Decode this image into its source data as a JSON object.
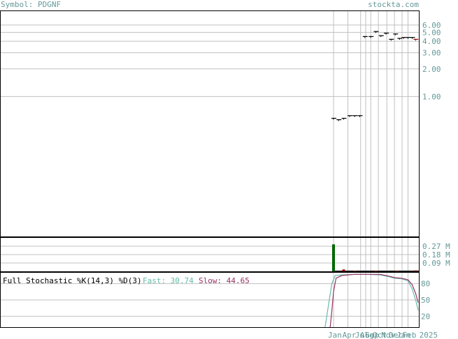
{
  "header": {
    "symbol": "Symbol: PDGNF",
    "site": "stockta.com"
  },
  "colors": {
    "frame": "#000000",
    "grid": "#c0c0c0",
    "label": "#669999",
    "fast": "#66bbaa",
    "slow": "#993366",
    "volume": "#006600",
    "volume_last": "#990000",
    "price_last": "#990000"
  },
  "chart_data": [
    {
      "type": "price-range",
      "scale": "log",
      "ylim": [
        0.03,
        8.5
      ],
      "yticks": [
        {
          "v": 6,
          "t": "6.00"
        },
        {
          "v": 5,
          "t": "5.00"
        },
        {
          "v": 4,
          "t": "4.00"
        },
        {
          "v": 3,
          "t": "3.00"
        },
        {
          "v": 2,
          "t": "2.00"
        },
        {
          "v": 1,
          "t": "1.00"
        }
      ],
      "bars": [
        {
          "t": 0.0,
          "v": 0.58
        },
        {
          "t": 0.06,
          "v": 0.56
        },
        {
          "t": 0.12,
          "v": 0.58
        },
        {
          "t": 0.19,
          "v": 0.62
        },
        {
          "t": 0.25,
          "v": 0.62
        },
        {
          "t": 0.31,
          "v": 0.62
        },
        {
          "t": 0.37,
          "v": 4.5
        },
        {
          "t": 0.44,
          "v": 4.5
        },
        {
          "t": 0.5,
          "v": 5.1
        },
        {
          "t": 0.56,
          "v": 4.6
        },
        {
          "t": 0.62,
          "v": 4.9
        },
        {
          "t": 0.68,
          "v": 4.2
        },
        {
          "t": 0.73,
          "v": 4.8
        },
        {
          "t": 0.78,
          "v": 4.3
        },
        {
          "t": 0.83,
          "v": 4.4
        },
        {
          "t": 0.88,
          "v": 4.4
        },
        {
          "t": 0.93,
          "v": 4.4
        },
        {
          "t": 0.97,
          "v": 4.2
        }
      ]
    },
    {
      "type": "bar",
      "ylim": [
        0,
        0.36
      ],
      "yticks": [
        {
          "v": 0.27,
          "t": "0.27 M"
        },
        {
          "v": 0.18,
          "t": "0.18 M"
        },
        {
          "v": 0.09,
          "t": "0.09 M"
        }
      ],
      "bars": [
        {
          "t": 0.0,
          "v": 0.29
        },
        {
          "t": 0.12,
          "v": 0.02
        },
        {
          "t": 0.25,
          "v": 0.006
        },
        {
          "t": 0.5,
          "v": 0.005
        },
        {
          "t": 0.75,
          "v": 0.005
        },
        {
          "t": 0.97,
          "v": 0.01
        }
      ]
    },
    {
      "type": "line",
      "title": "Full Stochastic %K(14,3) %D(3)",
      "fast_label": "Fast: 30.74",
      "slow_label": "Slow: 44.65",
      "ylim": [
        0,
        100
      ],
      "yticks": [
        {
          "v": 80,
          "t": "80"
        },
        {
          "v": 50,
          "t": "50"
        },
        {
          "v": 20,
          "t": "20"
        }
      ],
      "x_labels": [
        {
          "t": 0.0,
          "text": "Jan"
        },
        {
          "t": 0.17,
          "text": "Apr"
        },
        {
          "t": 0.32,
          "text": "Jul"
        },
        {
          "t": 0.38,
          "text": "Aug"
        },
        {
          "t": 0.44,
          "text": "Sep"
        },
        {
          "t": 0.53,
          "text": "Oct"
        },
        {
          "t": 0.63,
          "text": "Nov"
        },
        {
          "t": 0.72,
          "text": "Dec"
        },
        {
          "t": 0.81,
          "text": "Jan"
        },
        {
          "t": 0.88,
          "text": "Feb"
        },
        {
          "t": 1.08,
          "text": "2025"
        }
      ],
      "series": [
        {
          "key": "fast",
          "points": [
            [
              -0.1,
              0
            ],
            [
              -0.06,
              40
            ],
            [
              -0.02,
              80
            ],
            [
              0.02,
              95
            ],
            [
              0.1,
              96
            ],
            [
              0.25,
              97
            ],
            [
              0.4,
              97
            ],
            [
              0.55,
              96
            ],
            [
              0.65,
              93
            ],
            [
              0.72,
              90
            ],
            [
              0.8,
              89
            ],
            [
              0.88,
              85
            ],
            [
              0.93,
              70
            ],
            [
              0.97,
              50
            ],
            [
              1.0,
              31
            ]
          ]
        },
        {
          "key": "slow",
          "points": [
            [
              -0.04,
              0
            ],
            [
              -0.02,
              30
            ],
            [
              0.0,
              65
            ],
            [
              0.03,
              90
            ],
            [
              0.1,
              95
            ],
            [
              0.25,
              97
            ],
            [
              0.4,
              97
            ],
            [
              0.55,
              97
            ],
            [
              0.65,
              94
            ],
            [
              0.72,
              91
            ],
            [
              0.8,
              90
            ],
            [
              0.88,
              87
            ],
            [
              0.93,
              78
            ],
            [
              0.97,
              62
            ],
            [
              1.0,
              45
            ]
          ]
        }
      ]
    }
  ]
}
